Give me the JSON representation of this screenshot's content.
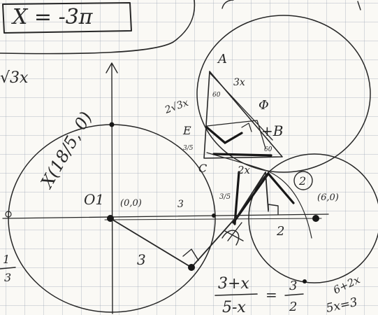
{
  "notes": {
    "top_equation": "X = -3π",
    "sqrt_term": "√3x",
    "point_x": "X(18/5, 0)",
    "o1": "O1",
    "origin": "(0,0)",
    "label_3_a": "3",
    "label_3_b": "3",
    "label_2": "2",
    "label_2x": "2x",
    "label_2sqrt3x": "2√3x",
    "label_A": "A",
    "label_B": "+B",
    "label_C": "C",
    "label_E": "E",
    "label_3x": "3x",
    "label_phi": "Φ",
    "label_60a": "60",
    "label_60b": "60",
    "circle2": "2",
    "point_6": "(6,0)",
    "frac_left_top": "1",
    "frac_left_bot": "3",
    "eq_num": "3+x",
    "eq_den": "5-x",
    "eq_eq": "=",
    "eq_rhs_num": "3",
    "eq_rhs_den": "2",
    "bottom_right": "5x=3",
    "bottom_right2": "6+2x",
    "small_label": "3/5"
  }
}
